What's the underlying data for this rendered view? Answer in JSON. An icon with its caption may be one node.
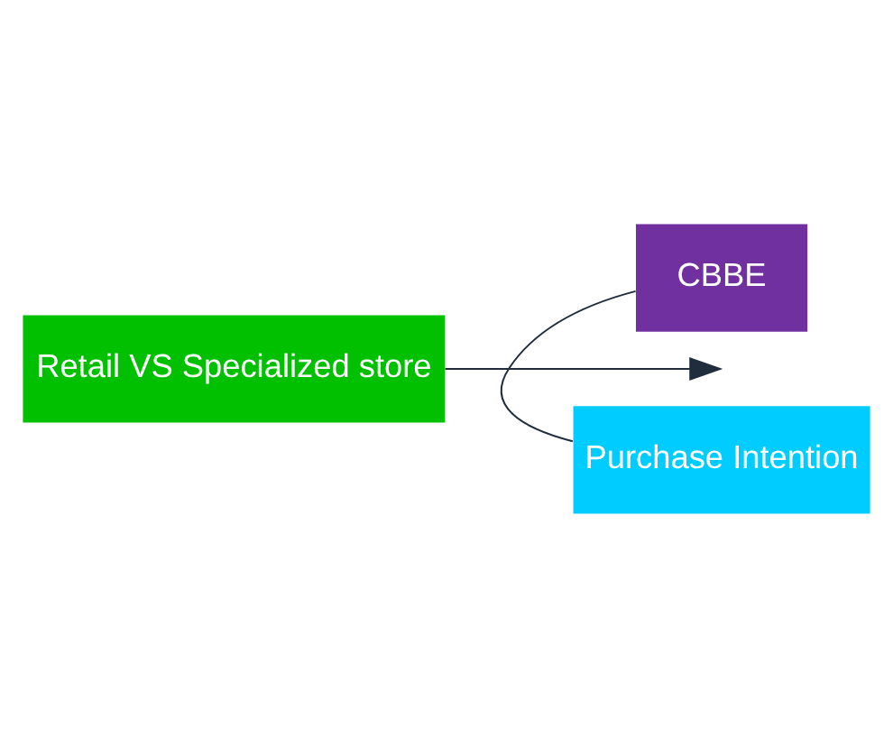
{
  "diagram": {
    "nodes": [
      {
        "text": [
          "CBBE"
        ]
      },
      {
        "text": [
          "Retail VS Specialized store"
        ]
      },
      {
        "text": [
          "Purchase Intention"
        ]
      }
    ],
    "edges": [
      {
        "from": 0,
        "to": 2,
        "arrow": "none"
      },
      {
        "from": 1,
        "to": null,
        "arrow": "to"
      }
    ]
  }
}
